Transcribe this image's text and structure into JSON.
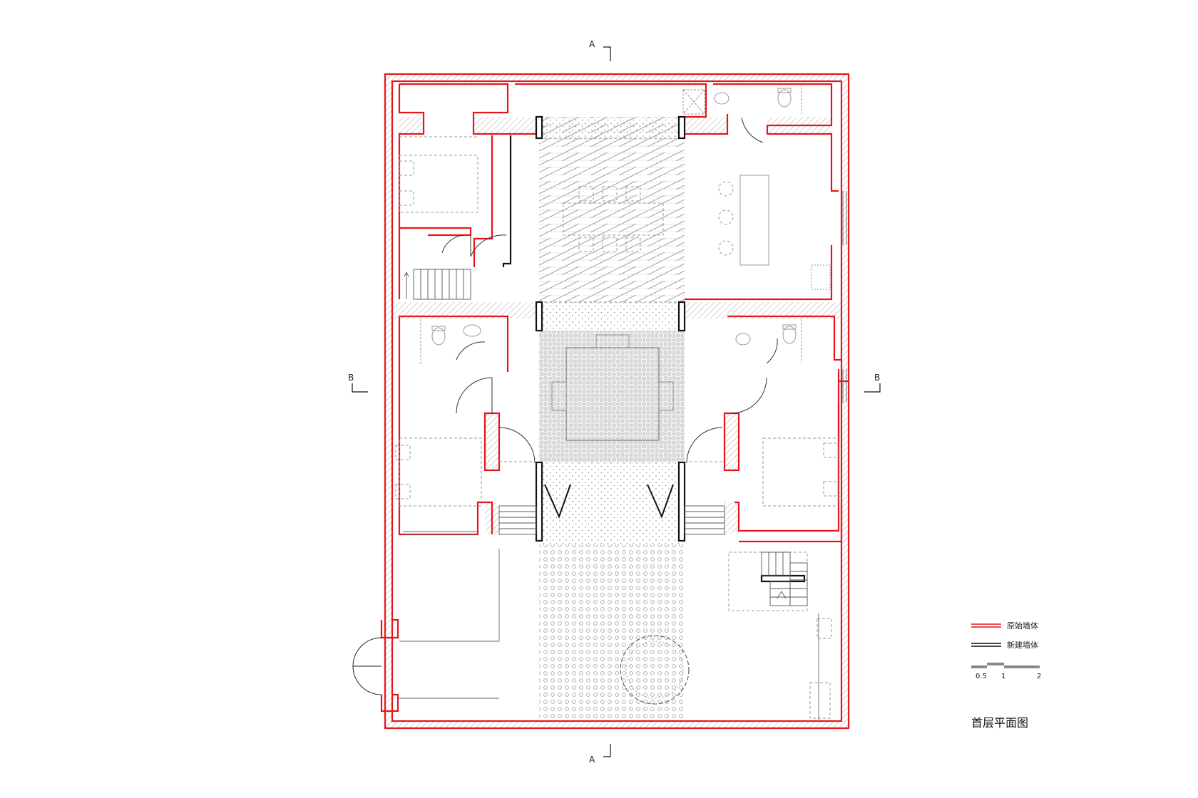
{
  "title": "首层平面图",
  "section_marks": {
    "a_top": "A",
    "a_bottom": "A",
    "b_left": "B",
    "b_right": "B"
  },
  "legend": {
    "original_wall": "原始墙体",
    "new_wall": "新建墙体"
  },
  "scale_bar": {
    "t1": "0.5",
    "t2": "1",
    "t3": "2"
  },
  "colors": {
    "original_wall": "#e8141c",
    "new_wall": "#111111",
    "furniture": "#9a9a9a",
    "hatch": "#b5b5b5"
  }
}
